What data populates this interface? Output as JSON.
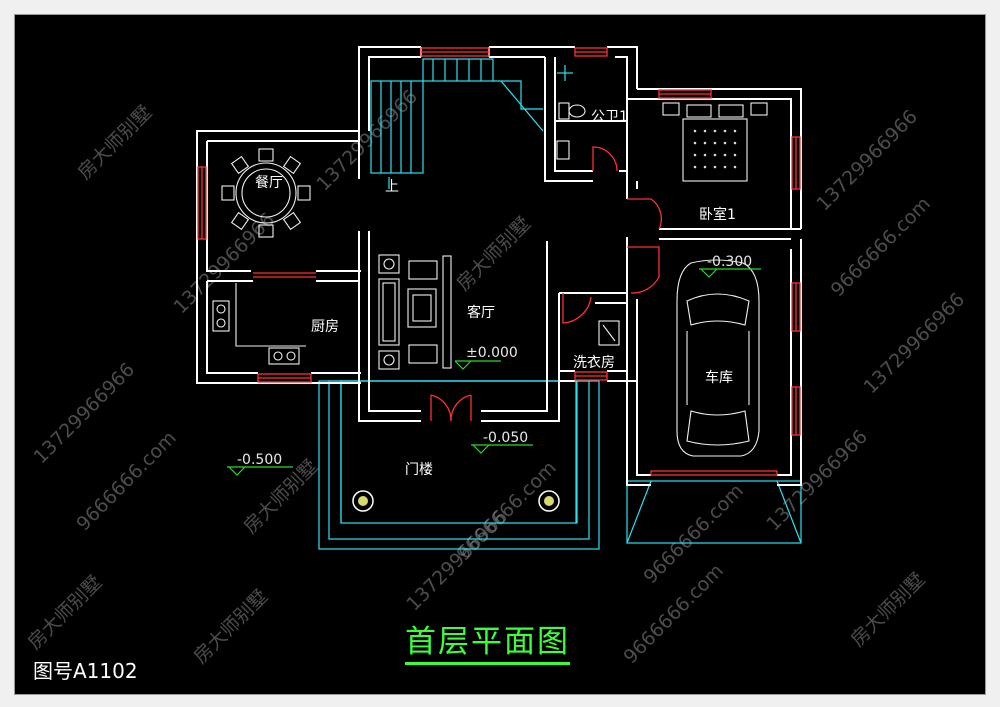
{
  "drawing": {
    "title": "首层平面图",
    "drawing_number": "图号A1102"
  },
  "rooms": {
    "dining": "餐厅",
    "kitchen": "厨房",
    "living": "客厅",
    "public_toilet": "公卫1",
    "bedroom": "卧室1",
    "garage": "车库",
    "laundry": "洗衣房",
    "porch": "门楼",
    "stair_up": "上"
  },
  "levels": {
    "living": "±0.000",
    "garage": "-0.300",
    "entrance": "-0.050",
    "yard": "-0.500"
  },
  "watermarks": {
    "brand": "房大师别墅",
    "phone": "13729966966",
    "site": "9666666.com"
  },
  "colors": {
    "background": "#000000",
    "wall": "#ffffff",
    "outline": "#29e3f3",
    "window": "#ff3030",
    "title": "#3cff3c"
  }
}
